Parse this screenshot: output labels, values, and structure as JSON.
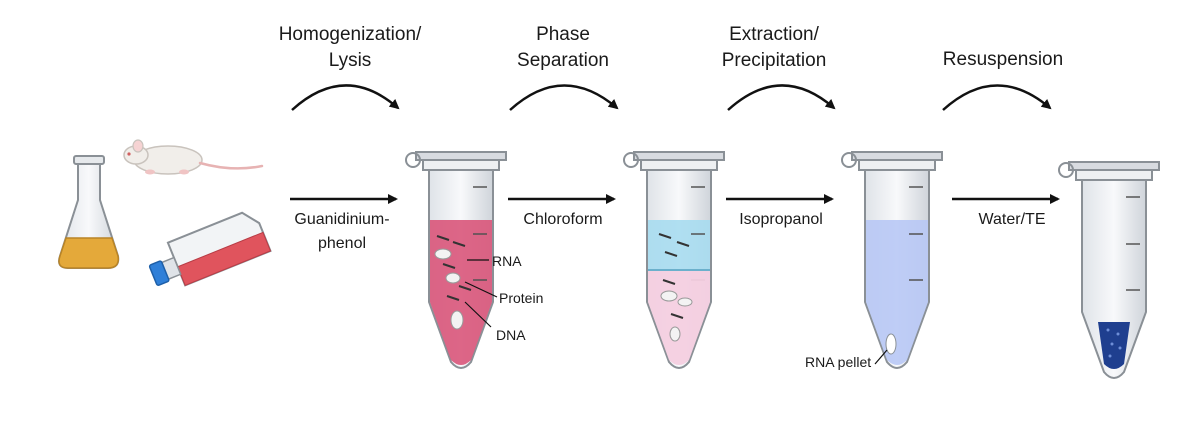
{
  "steps": [
    {
      "line1": "Homogenization/",
      "line2": "Lysis"
    },
    {
      "line1": "Phase",
      "line2": "Separation"
    },
    {
      "line1": "Extraction/",
      "line2": "Precipitation"
    },
    {
      "line1": "Resuspension",
      "line2": ""
    }
  ],
  "reagents": [
    {
      "line1": "Guanidinium-",
      "line2": "phenol"
    },
    {
      "line1": "Chloroform",
      "line2": ""
    },
    {
      "line1": "Isopropanol",
      "line2": ""
    },
    {
      "line1": "Water/TE",
      "line2": ""
    }
  ],
  "tube1_labels": {
    "rna": "RNA",
    "protein": "Protein",
    "dna": "DNA"
  },
  "tube3_labels": {
    "pellet": "RNA pellet"
  },
  "colors": {
    "lysate": "#d9557a",
    "aqueous": "#a7dcef",
    "organic": "#f4cfe0",
    "isopropanol": "#b8c8f5",
    "pellet": "#1f3f8f",
    "flask_liquid": "#e4a93a",
    "cell_flask_liquid": "#e0545d",
    "cap_blue": "#2f7fd8"
  },
  "icons": [
    "erlenmeyer-flask-icon",
    "mouse-icon",
    "cell-culture-flask-icon",
    "microcentrifuge-tube-icon"
  ]
}
